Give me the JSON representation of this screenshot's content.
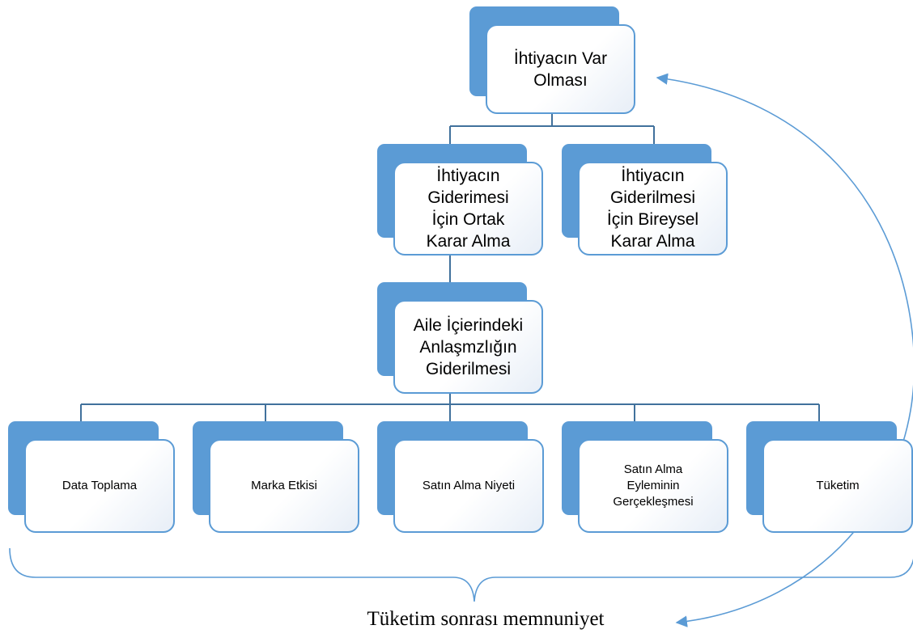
{
  "colors": {
    "accent": "#5b9bd5",
    "connector": "#41719c",
    "text": "#000000"
  },
  "nodes": {
    "need_exists": "İhtiyacın Var\nOlması",
    "joint_decision": "İhtiyacın\nGiderimesi\nİçin Ortak\nKarar Alma",
    "individual_decision": "İhtiyacın\nGiderilmesi\nİçin Bireysel\nKarar Alma",
    "conflict_resolution": "Aile İçierindeki\nAnlaşmzlığın\nGiderilmesi",
    "data_collection": "Data Toplama",
    "brand_effect": "Marka Etkisi",
    "purchase_intent": "Satın Alma Niyeti",
    "purchase_action": "Satın Alma\nEyleminin\nGerçekleşmesi",
    "consumption": "Tüketim"
  },
  "caption": "Tüketim sonrası memnuniyet"
}
